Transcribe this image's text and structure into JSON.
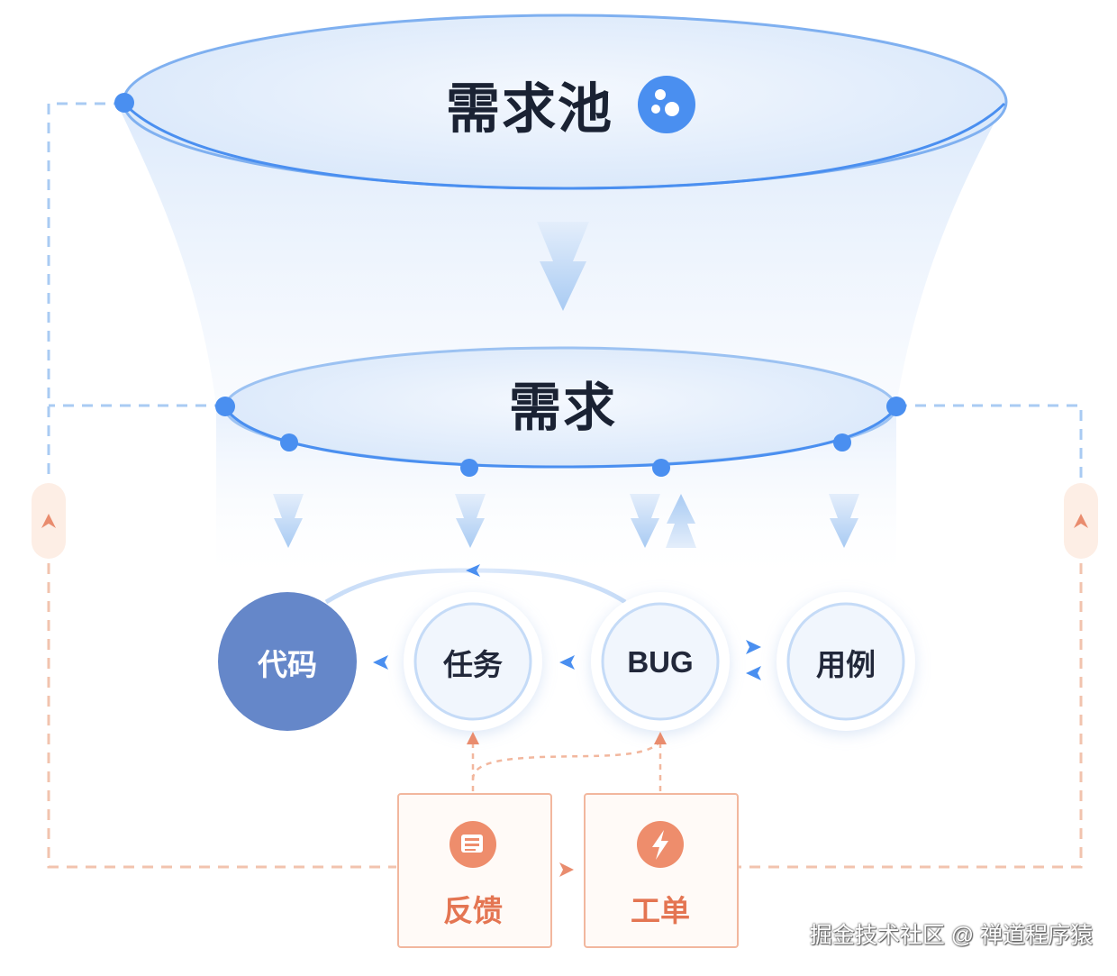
{
  "pool": {
    "title": "需求池",
    "icon": "bubbles-icon"
  },
  "requirement": {
    "title": "需求"
  },
  "nodes": [
    {
      "id": "code",
      "label": "代码"
    },
    {
      "id": "task",
      "label": "任务"
    },
    {
      "id": "bug",
      "label": "BUG"
    },
    {
      "id": "case",
      "label": "用例"
    }
  ],
  "sources": [
    {
      "id": "feedback",
      "label": "反馈",
      "icon": "scroll-icon"
    },
    {
      "id": "ticket",
      "label": "工单",
      "icon": "lightning-icon"
    }
  ],
  "watermark": "掘金技术社区 @ 禅道程序猿",
  "colors": {
    "blue": "#4a8ff0",
    "light_blue": "#a9cbf3",
    "dark_node": "#6587c9",
    "orange": "#e98c6e",
    "orange_light": "#f2b79e"
  }
}
